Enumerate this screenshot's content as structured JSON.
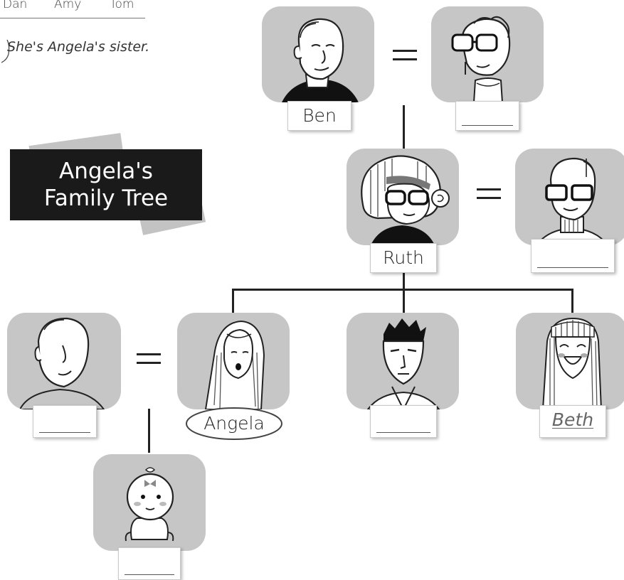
{
  "top_names": [
    "Dan",
    "Amy",
    "Tom"
  ],
  "note": "She's Angela's sister.",
  "title": {
    "line1": "Angela's",
    "line2": "Family Tree"
  },
  "people": {
    "ben": "Ben",
    "grandmother": "",
    "ruth": "Ruth",
    "ruths_husband": "",
    "angelas_husband": "",
    "angela": "Angela",
    "brother": "",
    "beth": "Beth",
    "baby": ""
  },
  "relation_symbol": "="
}
